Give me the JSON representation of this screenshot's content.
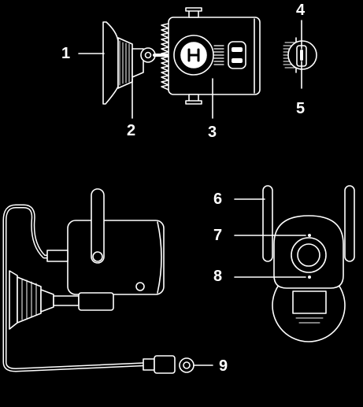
{
  "callouts": {
    "c1": "1",
    "c2": "2",
    "c3": "3",
    "c4": "4",
    "c5": "5",
    "c6": "6",
    "c7": "7",
    "c8": "8",
    "c9": "9"
  },
  "colors": {
    "background": "#000000",
    "line": "#ffffff",
    "fill": "#000000",
    "shade": "#888888"
  },
  "icons": {
    "mount_plate": "wall-mount-icon",
    "camera_body": "camera-body-icon",
    "reset_port": "reset-port-icon",
    "antenna": "antenna-icon",
    "lens": "lens-icon",
    "power_jack": "dc-jack-icon"
  }
}
